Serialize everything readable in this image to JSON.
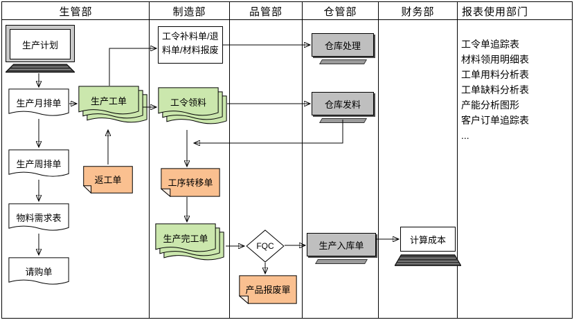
{
  "lanes": [
    {
      "label": "生管部"
    },
    {
      "label": "制造部"
    },
    {
      "label": "品管部"
    },
    {
      "label": "仓管部"
    },
    {
      "label": "财务部"
    },
    {
      "label": "报表使用部门"
    }
  ],
  "nodes": {
    "production_plan": "生产计划",
    "monthly_schedule": "生产月排单",
    "weekly_schedule": "生产周排单",
    "material_requirements": "物料需求表",
    "purchase_requisition": "请购单",
    "production_work_order": "生产工单",
    "rework_order": "返工单",
    "supplement_return_scrap": "工令补料单/退料单/材料报废",
    "work_order_picking": "工令领料",
    "process_transfer_order": "工序转移单",
    "production_completion_order": "生产完工单",
    "fqc": "FQC",
    "product_scrap_order": "产品报废單",
    "warehouse_processing": "仓库处理",
    "warehouse_issuing": "仓库发料",
    "production_receipt_order": "生产入库单",
    "cost_calculation": "计算成本"
  },
  "reports": [
    "工令单追踪表",
    "材料领用明细表",
    "工单用料分析表",
    "工单缺料分析表",
    "产能分析图形",
    "客户订单追踪表",
    "..."
  ],
  "colors": {
    "doc_green": "#cbe7ad",
    "note_orange": "#fac090",
    "machine_gray": "#bfbfbf"
  }
}
